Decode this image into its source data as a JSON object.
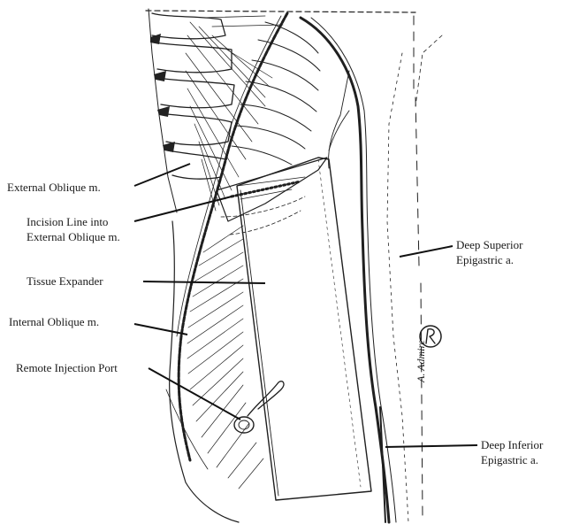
{
  "labels": {
    "external_oblique": "External Oblique m.",
    "incision_line_1": "Incision Line into",
    "incision_line_2": "External Oblique m.",
    "tissue_expander": "Tissue Expander",
    "internal_oblique": "Internal Oblique m.",
    "injection_port": "Remote Injection Port",
    "deep_superior_1": "Deep Superior",
    "deep_superior_2": "Epigastric a.",
    "deep_inferior_1": "Deep Inferior",
    "deep_inferior_2": "Epigastric a."
  },
  "signature": "A. Admire",
  "ink_color": "#1f1f1f"
}
